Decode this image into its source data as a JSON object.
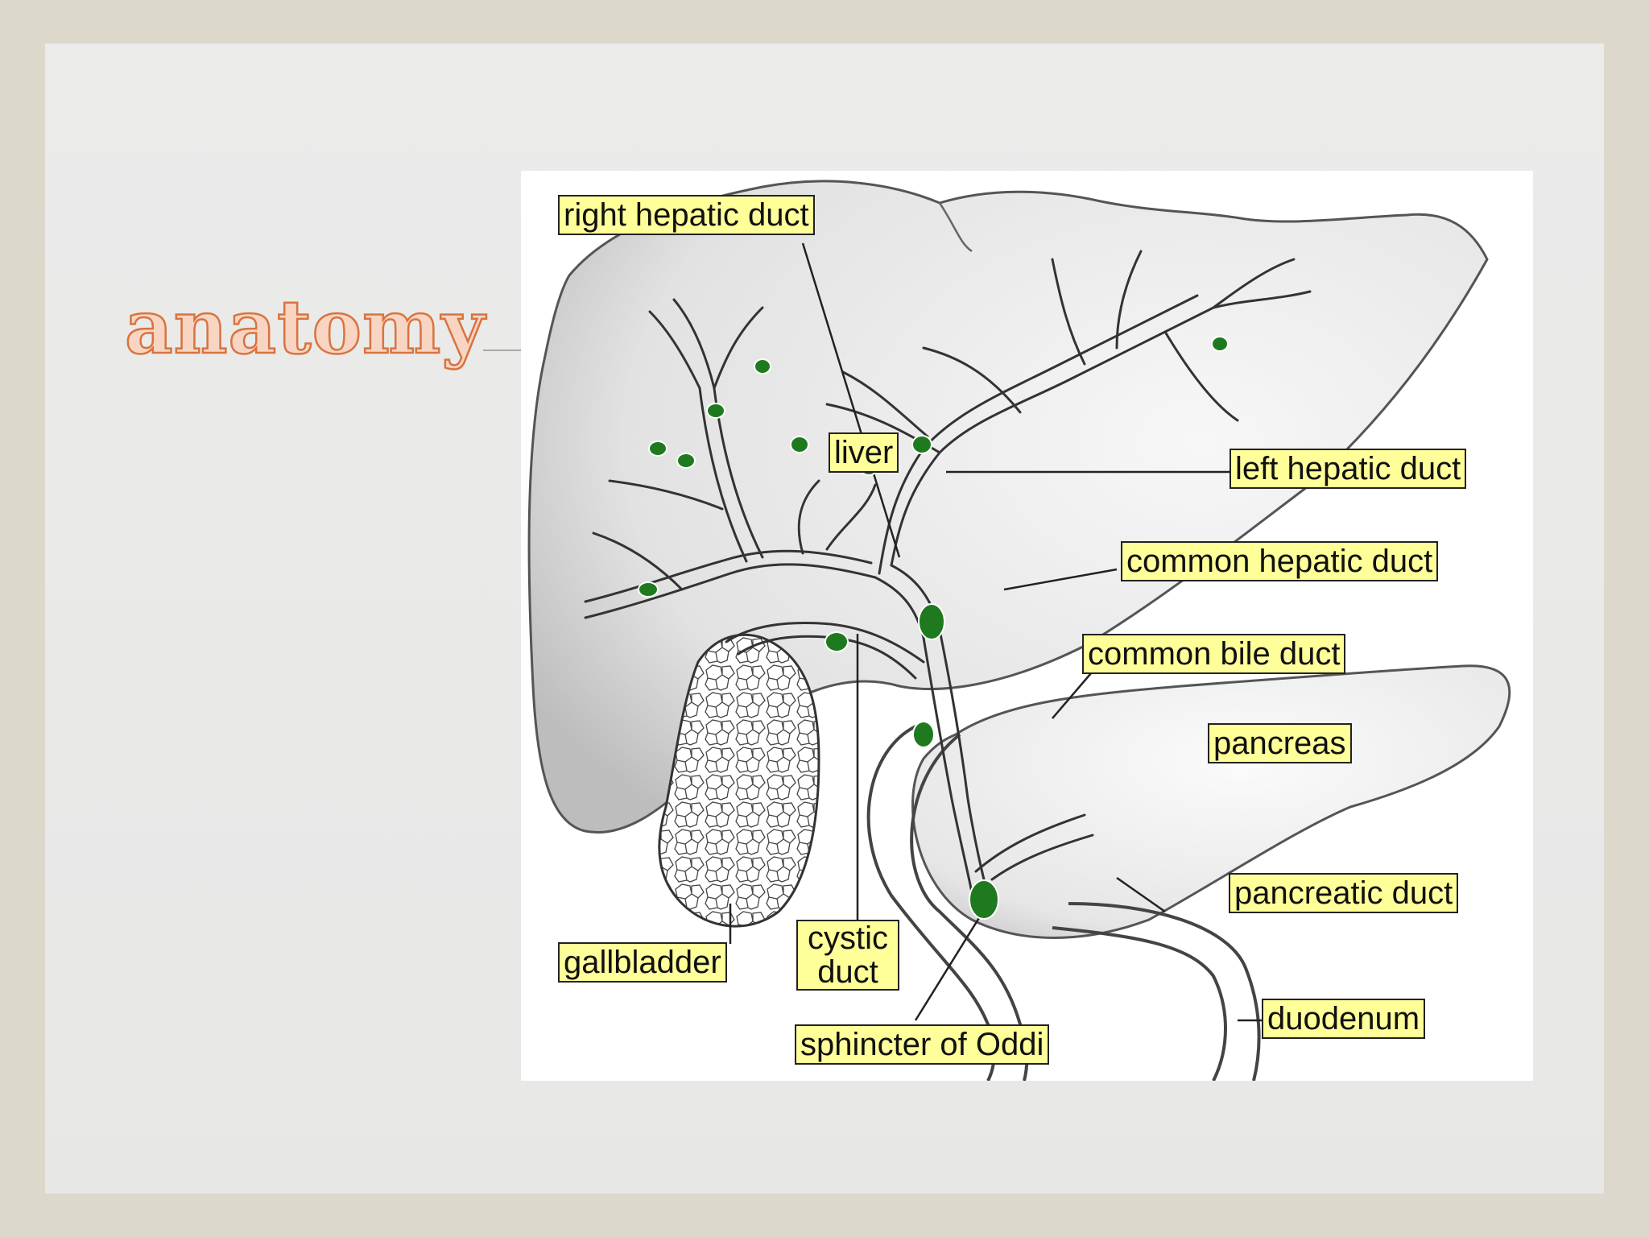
{
  "slide": {
    "title": "anatomy"
  },
  "diagram": {
    "labels": {
      "right_hepatic_duct": "right hepatic duct",
      "liver": "liver",
      "left_hepatic_duct": "left hepatic duct",
      "common_hepatic_duct": "common hepatic duct",
      "common_bile_duct": "common bile duct",
      "pancreas": "pancreas",
      "pancreatic_duct": "pancreatic duct",
      "duodenum": "duodenum",
      "gallbladder": "gallbladder",
      "cystic_duct_line1": "cystic",
      "cystic_duct_line2": "duct",
      "sphincter_of_oddi": "sphincter of Oddi"
    },
    "colors": {
      "label_fill": "#ffff99",
      "node_green": "#1f7a1f",
      "title_text": "#d9733f"
    }
  }
}
